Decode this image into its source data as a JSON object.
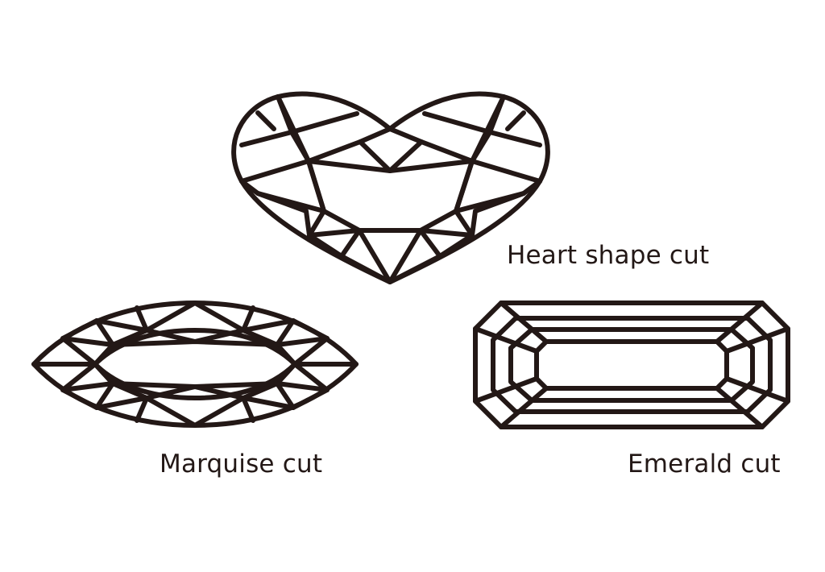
{
  "colors": {
    "background": "#ffffff",
    "line": "#231816",
    "text": "#231816"
  },
  "gems": [
    {
      "id": "heart",
      "label": "Heart shape cut"
    },
    {
      "id": "marquise",
      "label": "Marquise cut"
    },
    {
      "id": "emerald",
      "label": "Emerald cut"
    }
  ]
}
